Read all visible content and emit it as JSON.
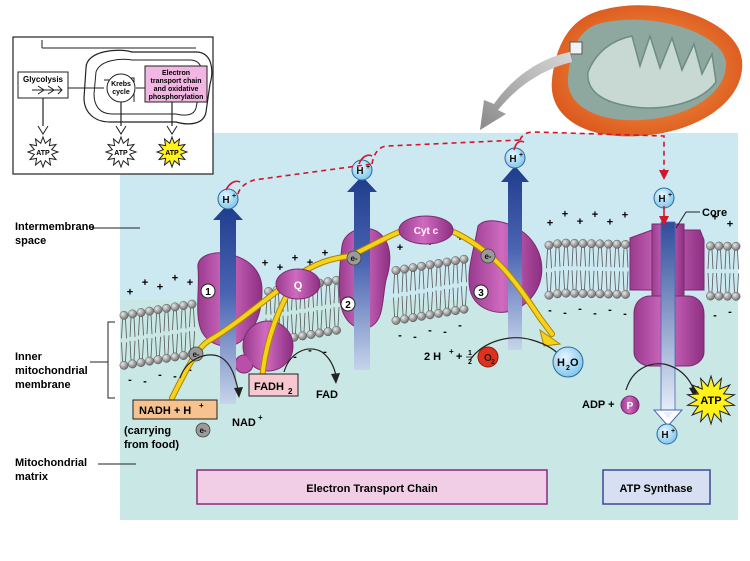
{
  "inset": {
    "glycolysis": "Glycolysis",
    "krebs_line1": "Krebs",
    "krebs_line2": "cycle",
    "etc_line1": "Electron",
    "etc_line2": "transport chain",
    "etc_line3": "and oxidative",
    "etc_line4": "phosphorylation",
    "atp1": "ATP",
    "atp2": "ATP",
    "atp3": "ATP"
  },
  "regions": {
    "intermembrane_line1": "Intermembrane",
    "intermembrane_line2": "space",
    "inner_line1": "Inner",
    "inner_line2": "mitochondrial",
    "inner_line3": "membrane",
    "matrix_line1": "Mitochondrial",
    "matrix_line2": "matrix"
  },
  "complexes": {
    "c1": "1",
    "c2": "2",
    "c3": "3",
    "q": "Q",
    "cytc": "Cyt c",
    "core": "Core"
  },
  "ions": {
    "h": "H",
    "plus": "+",
    "e": "e-",
    "minus": "-"
  },
  "molecules": {
    "nadh": "NADH + H",
    "nad": "NAD",
    "fadh": "FADH",
    "fadh_sub": "2",
    "fad": "FAD",
    "carry_line1": "(carrying",
    "carry_line2": "from food)",
    "two_h": "2 H",
    "plus_half": "+",
    "half_num": "1",
    "half_den": "2",
    "o": "O",
    "o_sub": "2",
    "h2o_h": "H",
    "h2o_sub": "2",
    "h2o_o": "O",
    "adp": "ADP +",
    "p": "P",
    "atp": "ATP"
  },
  "boxes": {
    "etc": "Electron Transport Chain",
    "atp_synthase": "ATP Synthase"
  },
  "colors": {
    "intermembrane": "#cce8f0",
    "matrix": "#c9e7e4",
    "protein": "#b84fa8",
    "electron_path": "#f6d21a",
    "proton_arrow": "#2b4a9a",
    "redox_path": "#d6142c",
    "atp_burst": "#fff21a",
    "nadh_box": "#f6c290",
    "fadh_box": "#f7c8cf",
    "etc_box": "#f1cde6",
    "atp_box": "#d6e0f2"
  }
}
